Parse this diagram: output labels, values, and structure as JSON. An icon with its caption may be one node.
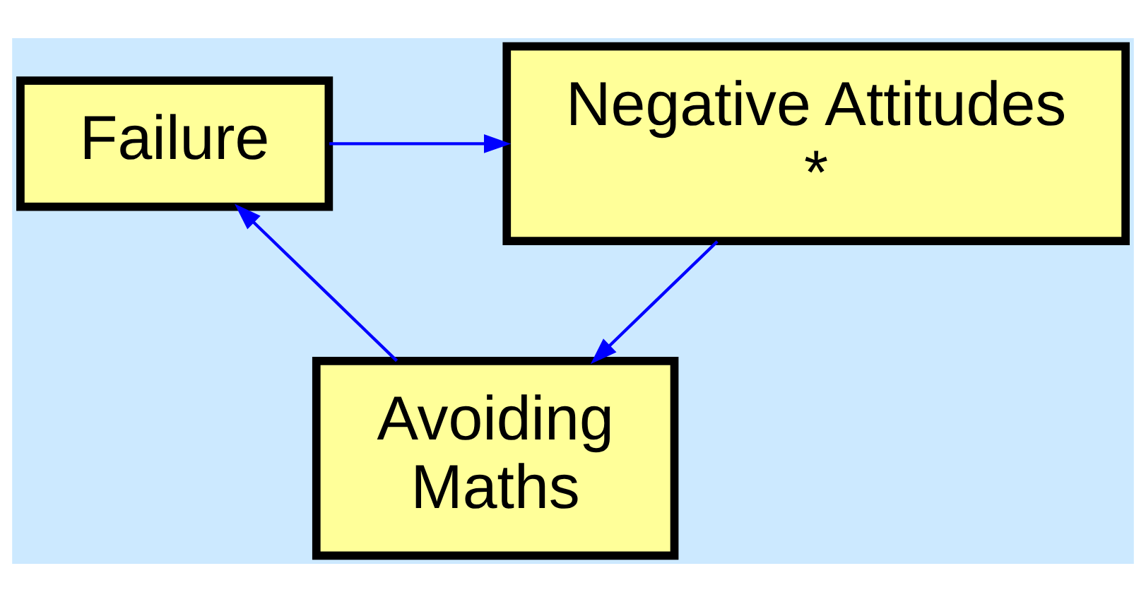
{
  "diagram": {
    "nodes": [
      {
        "text": [
          "Failure"
        ]
      },
      {
        "text": [
          "Negative Attitudes *"
        ]
      },
      {
        "text": [
          "Avoiding Maths"
        ]
      }
    ],
    "edges": [
      {
        "from": 0,
        "to": 1,
        "arrow": "to"
      },
      {
        "from": 1,
        "to": 2,
        "arrow": "to"
      },
      {
        "from": 2,
        "to": 0,
        "arrow": "to"
      }
    ]
  }
}
